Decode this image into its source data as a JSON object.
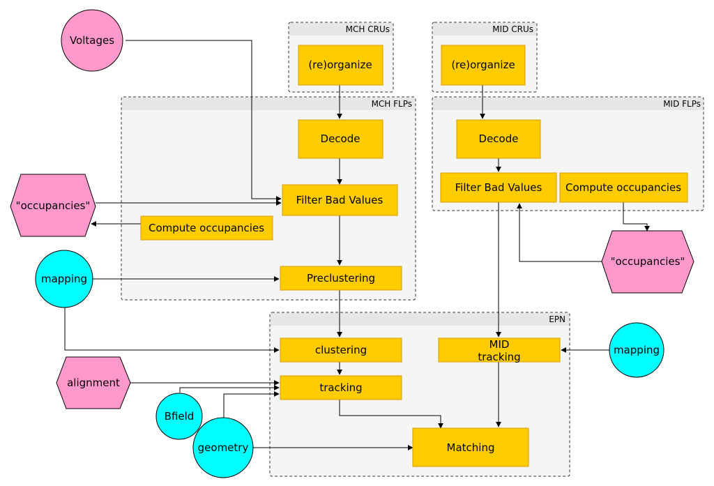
{
  "diagram": {
    "groups": {
      "mch_crus": "MCH CRUs",
      "mid_crus": "MID CRUs",
      "mch_flps": "MCH FLPs",
      "mid_flps": "MID FLPs",
      "epn": "EPN"
    },
    "processes": {
      "mch_reorganize": "(re)organize",
      "mid_reorganize": "(re)organize",
      "mch_decode": "Decode",
      "mid_decode": "Decode",
      "mch_filter": "Filter Bad Values",
      "mid_filter": "Filter Bad Values",
      "mch_compute": "Compute occupancies",
      "mid_compute": "Compute occupancies",
      "preclustering": "Preclustering",
      "clustering": "clustering",
      "tracking": "tracking",
      "mid_tracking_line1": "MID",
      "mid_tracking_line2": "tracking",
      "matching": "Matching"
    },
    "inputs": {
      "voltages": "Voltages",
      "occupancies_left": "\"occupancies\"",
      "occupancies_right": "\"occupancies\"",
      "mapping_left": "mapping",
      "mapping_right": "mapping",
      "alignment": "alignment",
      "bfield": "Bfield",
      "geometry": "geometry"
    }
  },
  "colors": {
    "process_fill": "#ffcc00",
    "process_stroke": "#d79b00",
    "data_fill": "#ff99cc",
    "config_fill": "#00ffff",
    "group_fill": "#f5f5f5",
    "group_header": "#e6e6e6"
  }
}
